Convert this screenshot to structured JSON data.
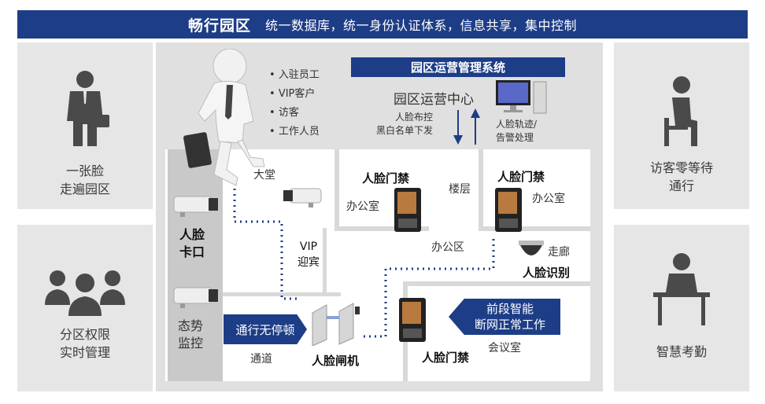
{
  "header": {
    "title": "畅行园区",
    "subtitle": "统一数据库，统一身份认证体系，信息共享，集中控制"
  },
  "left_cards": [
    {
      "icon": "businessman-icon",
      "label": "一张脸\n走遍园区"
    },
    {
      "icon": "people-group-icon",
      "label": "分区权限\n实时管理"
    }
  ],
  "right_cards": [
    {
      "icon": "seated-person-icon",
      "label": "访客零等待\n通行"
    },
    {
      "icon": "desk-person-icon",
      "label": "智慧考勤"
    }
  ],
  "user_types": [
    "入驻员工",
    "VIP客户",
    "访客",
    "工作人员"
  ],
  "system_title": "园区运营管理系统",
  "ops_center": "园区运营中心",
  "down_label": "人脸布控\n黑白名单下发",
  "up_label": "人脸轨迹/\n告警处理",
  "zones": {
    "lobby": "大堂",
    "vip": "VIP\n迎宾",
    "floor": "楼层",
    "office1": "办公室",
    "office2": "办公室",
    "office_area": "办公区",
    "corridor": "走廊",
    "channel": "通道",
    "meeting": "会议室"
  },
  "devices": {
    "face_card": "人脸\n卡口",
    "monitor": "态势\n监控",
    "access1": "人脸门禁",
    "access2": "人脸门禁",
    "access3": "人脸门禁",
    "face_id": "人脸识别",
    "gate": "人脸闸机"
  },
  "banners": {
    "pass": "通行无停顿",
    "edge": "前段智能\n断网正常工作"
  },
  "colors": {
    "brand": "#1d3d87",
    "card_bg": "#e6e6e6",
    "dots": "#1d3d87"
  }
}
